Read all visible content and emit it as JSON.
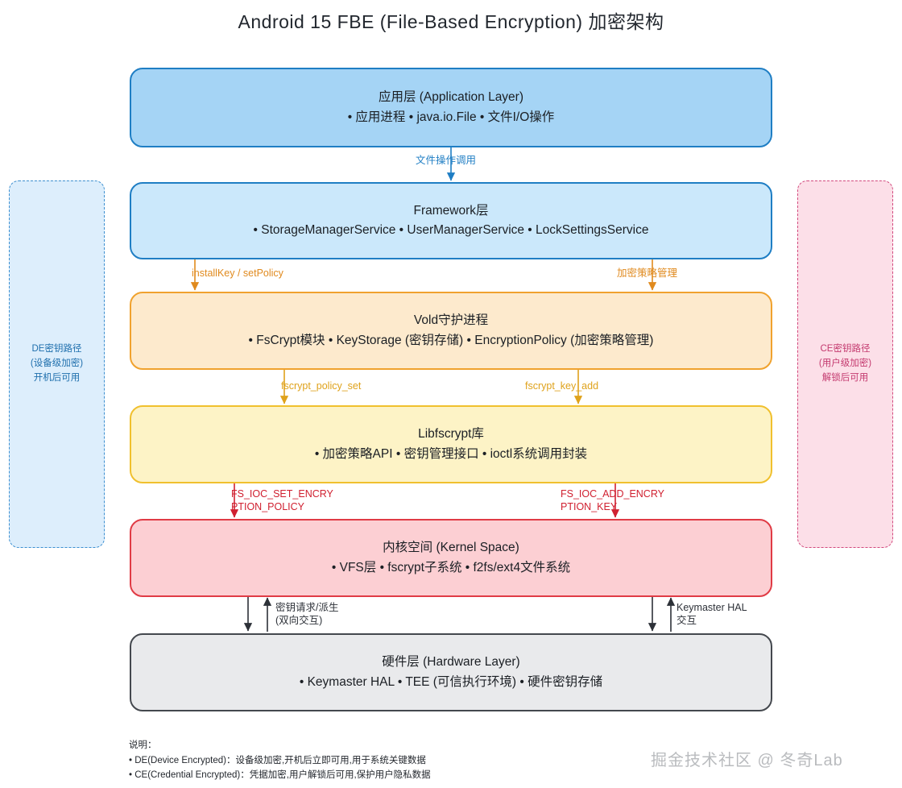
{
  "title": "Android 15 FBE (File-Based Encryption) 加密架构",
  "layers": [
    {
      "id": "application",
      "name": "应用层 (Application Layer)",
      "items": "• 应用进程  • java.io.File  • 文件I/O操作",
      "fill": "#a5d4f5",
      "stroke": "#1f7ec4"
    },
    {
      "id": "framework",
      "name": "Framework层",
      "items": "• StorageManagerService  • UserManagerService  • LockSettingsService",
      "fill": "#cbe8fb",
      "stroke": "#1f7ec4"
    },
    {
      "id": "vold",
      "name": "Vold守护进程",
      "items": "• FsCrypt模块  • KeyStorage (密钥存储)  • EncryptionPolicy (加密策略管理)",
      "fill": "#fdeacd",
      "stroke": "#f0a22e"
    },
    {
      "id": "libfscrypt",
      "name": "Libfscrypt库",
      "items": "• 加密策略API  • 密钥管理接口  • ioctl系统调用封装",
      "fill": "#fdf3c6",
      "stroke": "#f0c02e"
    },
    {
      "id": "kernel",
      "name": "内核空间 (Kernel Space)",
      "items": "• VFS层  • fscrypt子系统  • f2fs/ext4文件系统",
      "fill": "#fccfd3",
      "stroke": "#e03b45"
    },
    {
      "id": "hardware",
      "name": "硬件层 (Hardware Layer)",
      "items": "• Keymaster HAL  • TEE (可信执行环境)  • 硬件密钥存储",
      "fill": "#e9eaec",
      "stroke": "#44484e"
    }
  ],
  "side_panels": {
    "left": {
      "text": "DE密钥路径\n(设备级加密)\n开机后可用",
      "fill": "#ddeefc",
      "stroke": "#3c8fd0"
    },
    "right": {
      "text": "CE密钥路径\n(用户级加密)\n解锁后可用",
      "fill": "#fcdfe8",
      "stroke": "#d24a7e"
    }
  },
  "edges": [
    {
      "id": "file-op-call",
      "label": "文件操作调用",
      "color": "#1f7ec4"
    },
    {
      "id": "installkey",
      "label": "installKey / setPolicy",
      "color": "#e08a1e"
    },
    {
      "id": "policy-mgmt",
      "label": "加密策略管理",
      "color": "#e08a1e"
    },
    {
      "id": "fscrypt-policy-set",
      "label": "fscrypt_policy_set",
      "color": "#dfa21b"
    },
    {
      "id": "fscrypt-key-add",
      "label": "fscrypt_key_add",
      "color": "#dfa21b"
    },
    {
      "id": "ioc-set-policy",
      "label": "FS_IOC_SET_ENCRY\nPTION_POLICY",
      "color": "#d02030"
    },
    {
      "id": "ioc-add-key",
      "label": "FS_IOC_ADD_ENCRY\nPTION_KEY",
      "color": "#d02030"
    },
    {
      "id": "key-request",
      "label": "密钥请求/派生\n(双向交互)",
      "color": "#2d3138"
    },
    {
      "id": "keymaster-hal",
      "label": "Keymaster HAL\n交互",
      "color": "#2d3138"
    }
  ],
  "footnote": "说明：\n• DE(Device Encrypted)：设备级加密,开机后立即可用,用于系统关键数据\n• CE(Credential Encrypted)：凭据加密,用户解锁后可用,保护用户隐私数据",
  "watermark": "掘金技术社区 @ 冬奇Lab"
}
